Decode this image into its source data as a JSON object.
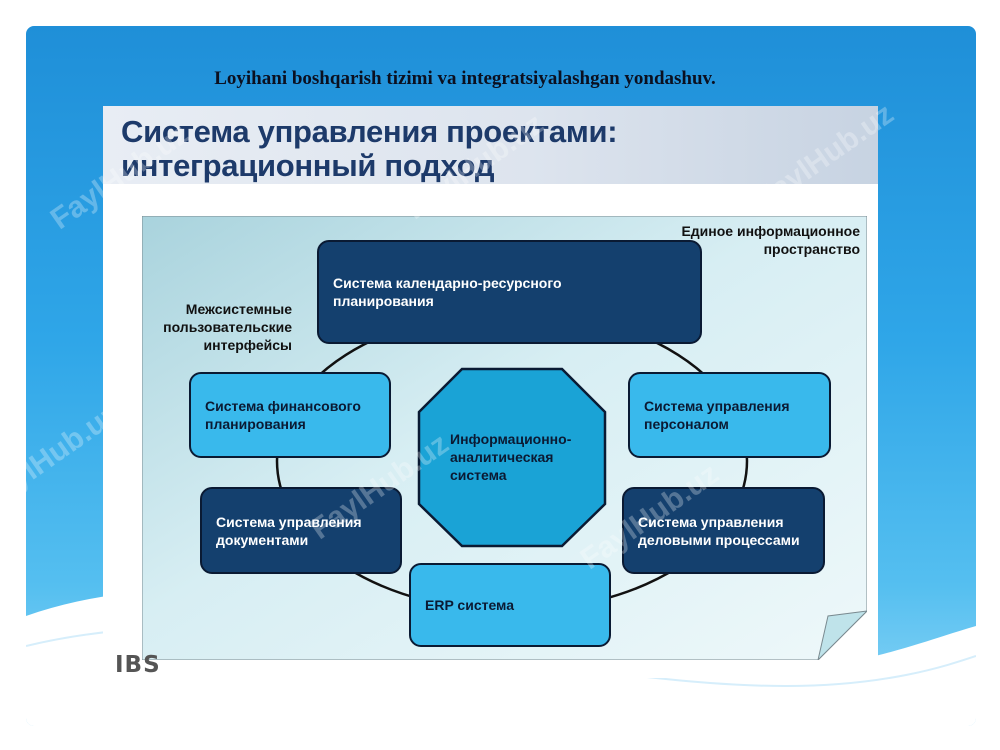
{
  "slide": {
    "title": "Loyihani boshqarish tizimi va integratsiyalashgan yondashuv."
  },
  "inner_slide": {
    "title_line1": "Система управления проектами:",
    "title_line2": "интеграционный подход",
    "logo": "IBS"
  },
  "diagram": {
    "space_label": "Единое информационное\nпространство",
    "interfaces_label": "Межсистемные\nпользовательские\nинтерфейсы",
    "center": "Информационно-\nаналитическая\nсистема",
    "nodes": {
      "calendar": "Система календарно-ресурсного\nпланирования",
      "finance": "Система финансового\n планирования",
      "personnel": "Система управления\nперсоналом",
      "documents": "Система управления\nдокументами",
      "business": "Система управления\nделовыми процессами",
      "erp": "ERP система"
    }
  },
  "watermark": "FaylHub.uz",
  "colors": {
    "slide_blue": "#2fa6e8",
    "dark_node": "#14406e",
    "light_node": "#39b9ec",
    "panel": "#cbe7ee"
  }
}
